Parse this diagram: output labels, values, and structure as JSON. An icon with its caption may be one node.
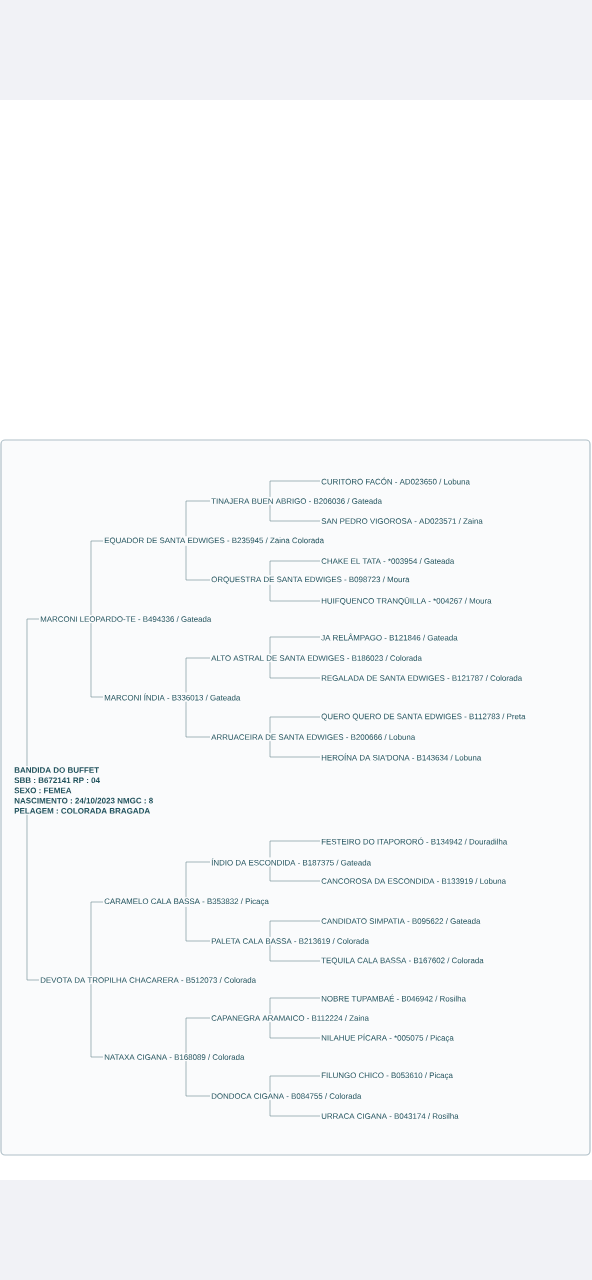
{
  "diagram": {
    "nodes": [
      {
        "text": [
          "CURITORO FACÓN - AD023650 / Lobuna"
        ]
      },
      {
        "text": [
          "TINAJERA BUEN ABRIGO - B206036 / Gateada"
        ]
      },
      {
        "text": [
          "SAN PEDRO VIGOROSA - AD023571 / Zaina"
        ]
      },
      {
        "text": [
          "EQUADOR DE SANTA EDWIGES - B235945 / Zaina Colorada"
        ]
      },
      {
        "text": [
          "CHAKE EL TATA - *003954 / Gateada"
        ]
      },
      {
        "text": [
          "ORQUESTRA DE SANTA EDWIGES - B098723 / Moura"
        ]
      },
      {
        "text": [
          "HUIFQUENCO TRANQÜILLA - *004267 / Moura"
        ]
      },
      {
        "text": [
          "MARCONI LEOPARDO-TE - B494336 / Gateada"
        ]
      },
      {
        "text": [
          "JA RELÂMPAGO - B121846 /  Gateada"
        ]
      },
      {
        "text": [
          "ALTO ASTRAL DE SANTA EDWIGES - B186023 / Colorada"
        ]
      },
      {
        "text": [
          "REGALADA DE SANTA EDWIGES - B121787 / Colorada"
        ]
      },
      {
        "text": [
          "MARCONI ÍNDIA - B336013 / Gateada"
        ]
      },
      {
        "text": [
          "QUERO QUERO DE SANTA EDWIGES - B112783 / Preta"
        ]
      },
      {
        "text": [
          "ARRUACEIRA DE SANTA EDWIGES - B200666 / Lobuna"
        ]
      },
      {
        "text": [
          "HEROÍNA DA SIA'DONA - B143634 / Lobuna"
        ]
      },
      {
        "text": [
          "BANDIDA DO BUFFET",
          "SBB : B672141  RP : 04",
          "SEXO : FEMEA",
          "NASCIMENTO : 24/10/2023  NMGC : 8",
          "PELAGEM : COLORADA BRAGADA"
        ]
      },
      {
        "text": [
          "FESTEIRO DO ITAPORORÓ - B134942 / Douradilha"
        ]
      },
      {
        "text": [
          "ÍNDIO DA ESCONDIDA - B187375 / Gateada"
        ]
      },
      {
        "text": [
          "CANCOROSA DA ESCONDIDA - B133919 / Lobuna"
        ]
      },
      {
        "text": [
          "CARAMELO CALA BASSA - B353832 / Picaça"
        ]
      },
      {
        "text": [
          "CANDIDATO SIMPATIA - B095622 / Gateada"
        ]
      },
      {
        "text": [
          "PALETA CALA BASSA - B213619 / Colorada"
        ]
      },
      {
        "text": [
          "TEQUILA CALA BASSA - B167602 / Colorada"
        ]
      },
      {
        "text": [
          "DEVOTA DA TROPILHA CHACARERA - B512073 / Colorada"
        ]
      },
      {
        "text": [
          "NOBRE TUPAMBAÉ - B046942 / Rosilha"
        ]
      },
      {
        "text": [
          "CAPANEGRA ARAMAICO - B112224 / Zaina"
        ]
      },
      {
        "text": [
          "NILAHUE PÍCARA - *005075 / Picaça"
        ]
      },
      {
        "text": [
          "NATAXA CIGANA - B168089 / Colorada"
        ]
      },
      {
        "text": [
          "FILUNGO CHICO - B053610 / Picaça"
        ]
      },
      {
        "text": [
          "DONDOCA CIGANA - B084755 / Colorada"
        ]
      },
      {
        "text": [
          "URRACA CIGANA - B043174 / Rosilha"
        ]
      }
    ],
    "edges": [
      {
        "from": 15,
        "to": 7,
        "arrow": "none"
      },
      {
        "from": 15,
        "to": 23,
        "arrow": "none"
      },
      {
        "from": 7,
        "to": 3,
        "arrow": "none"
      },
      {
        "from": 7,
        "to": 11,
        "arrow": "none"
      },
      {
        "from": 3,
        "to": 1,
        "arrow": "none"
      },
      {
        "from": 3,
        "to": 5,
        "arrow": "none"
      },
      {
        "from": 1,
        "to": 0,
        "arrow": "none"
      },
      {
        "from": 1,
        "to": 2,
        "arrow": "none"
      },
      {
        "from": 5,
        "to": 4,
        "arrow": "none"
      },
      {
        "from": 5,
        "to": 6,
        "arrow": "none"
      },
      {
        "from": 11,
        "to": 9,
        "arrow": "none"
      },
      {
        "from": 11,
        "to": 13,
        "arrow": "none"
      },
      {
        "from": 9,
        "to": 8,
        "arrow": "none"
      },
      {
        "from": 9,
        "to": 10,
        "arrow": "none"
      },
      {
        "from": 13,
        "to": 12,
        "arrow": "none"
      },
      {
        "from": 13,
        "to": 14,
        "arrow": "none"
      },
      {
        "from": 23,
        "to": 19,
        "arrow": "none"
      },
      {
        "from": 23,
        "to": 27,
        "arrow": "none"
      },
      {
        "from": 19,
        "to": 17,
        "arrow": "none"
      },
      {
        "from": 19,
        "to": 21,
        "arrow": "none"
      },
      {
        "from": 17,
        "to": 16,
        "arrow": "none"
      },
      {
        "from": 17,
        "to": 18,
        "arrow": "none"
      },
      {
        "from": 21,
        "to": 20,
        "arrow": "none"
      },
      {
        "from": 21,
        "to": 22,
        "arrow": "none"
      },
      {
        "from": 27,
        "to": 25,
        "arrow": "none"
      },
      {
        "from": 27,
        "to": 29,
        "arrow": "none"
      },
      {
        "from": 25,
        "to": 24,
        "arrow": "none"
      },
      {
        "from": 25,
        "to": 26,
        "arrow": "none"
      },
      {
        "from": 29,
        "to": 28,
        "arrow": "none"
      },
      {
        "from": 29,
        "to": 30,
        "arrow": "none"
      }
    ]
  }
}
